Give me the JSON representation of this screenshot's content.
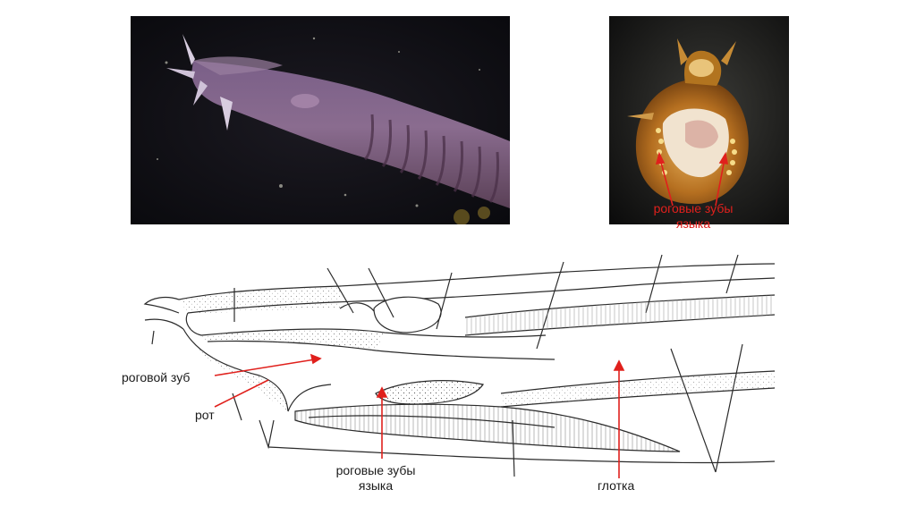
{
  "labels": {
    "horn_tooth": "роговой зуб",
    "mouth": "рот",
    "tongue_teeth_line1": "роговые зубы",
    "tongue_teeth_line2": "языка",
    "pharynx": "глотка",
    "photo_tongue_teeth_line1": "роговые зубы",
    "photo_tongue_teeth_line2": "языка"
  },
  "colors": {
    "annotation_red": "#e0201c",
    "annotation_text": "#1a1a1a",
    "drawing_line": "#2b2b2b"
  }
}
